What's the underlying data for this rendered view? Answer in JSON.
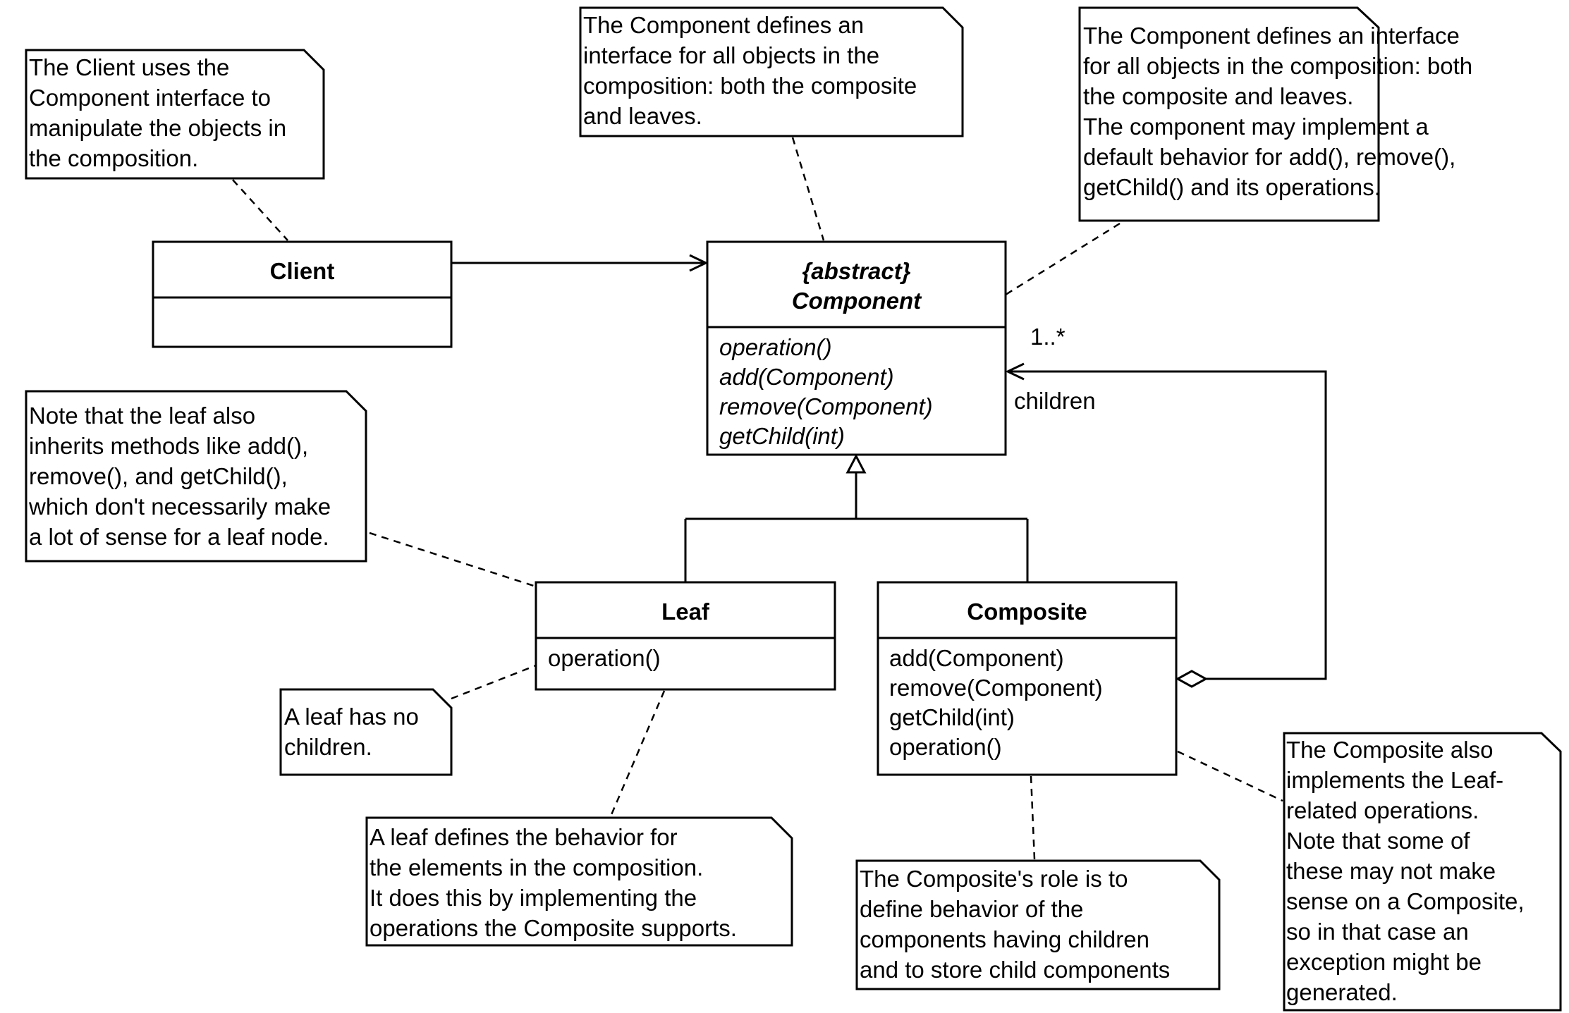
{
  "notes": {
    "client_note": "The Client uses the\nComponent interface to\nmanipulate the objects in\nthe composition.",
    "component_note_short": "The Component defines an\ninterface for all objects in the\ncomposition: both the composite\nand leaves.",
    "component_note_long": "The Component defines an interface\nfor all objects in the composition: both\nthe composite and leaves.\nThe component may implement a\ndefault behavior for add(), remove(),\ngetChild() and its operations.",
    "leaf_inherits_note": "Note that the leaf also\ninherits methods like add(),\nremove(), and getChild(),\nwhich don't necessarily make\na lot of sense for a leaf node.",
    "leaf_no_children_note": "A leaf has no\nchildren.",
    "leaf_behavior_note": "A leaf defines the behavior for\nthe elements in the composition.\nIt does this by implementing the\noperations the Composite supports.",
    "composite_role_note": "The Composite's role is to\ndefine behavior of the\ncomponents having children\nand to store child components",
    "composite_also_note": "The Composite also\nimplements the Leaf-\nrelated operations.\nNote that some of\nthese may not make\nsense on a Composite,\nso in that case an\nexception might be\ngenerated."
  },
  "classes": {
    "client": {
      "name": "Client",
      "methods": []
    },
    "component": {
      "stereotype": "{abstract}",
      "name": "Component",
      "methods": [
        "operation()",
        "add(Component)",
        "remove(Component)",
        "getChild(int)"
      ]
    },
    "leaf": {
      "name": "Leaf",
      "methods": [
        "operation()"
      ]
    },
    "composite": {
      "name": "Composite",
      "methods": [
        "add(Component)",
        "remove(Component)",
        "getChild(int)",
        "operation()"
      ]
    }
  },
  "association": {
    "multiplicity": "1..*",
    "role": "children"
  },
  "colors": {
    "line": "#000000",
    "background": "#ffffff"
  }
}
